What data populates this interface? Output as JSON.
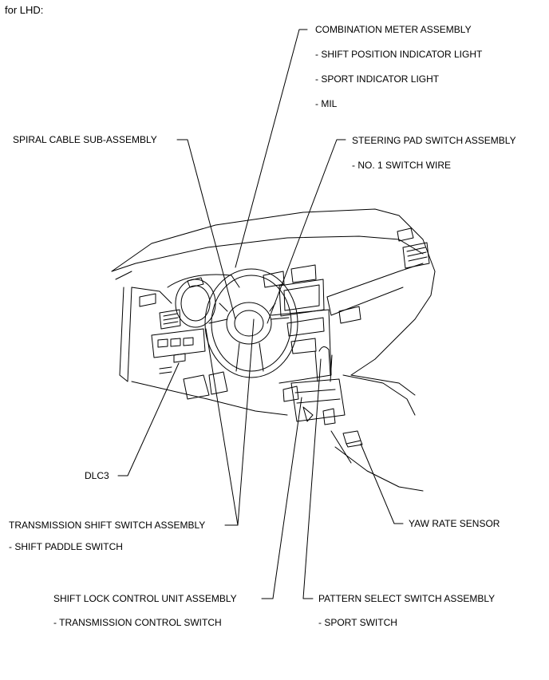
{
  "title": "for LHD:",
  "labels": {
    "combination_meter": "COMBINATION METER ASSEMBLY",
    "shift_position_light": "- SHIFT POSITION INDICATOR LIGHT",
    "sport_indicator_light": "- SPORT INDICATOR LIGHT",
    "mil": "- MIL",
    "spiral_cable": "SPIRAL CABLE SUB-ASSEMBLY",
    "steering_pad_switch": "STEERING PAD SWITCH ASSEMBLY",
    "no1_switch_wire": "- NO. 1 SWITCH WIRE",
    "dlc3": "DLC3",
    "yaw_rate_sensor": "YAW RATE SENSOR",
    "transmission_shift_switch": "TRANSMISSION SHIFT SWITCH ASSEMBLY",
    "shift_paddle_switch": "- SHIFT PADDLE SWITCH",
    "shift_lock_control": "SHIFT LOCK CONTROL UNIT ASSEMBLY",
    "transmission_control_switch": "- TRANSMISSION CONTROL SWITCH",
    "pattern_select_switch": "PATTERN SELECT SWITCH ASSEMBLY",
    "sport_switch": "- SPORT SWITCH"
  }
}
